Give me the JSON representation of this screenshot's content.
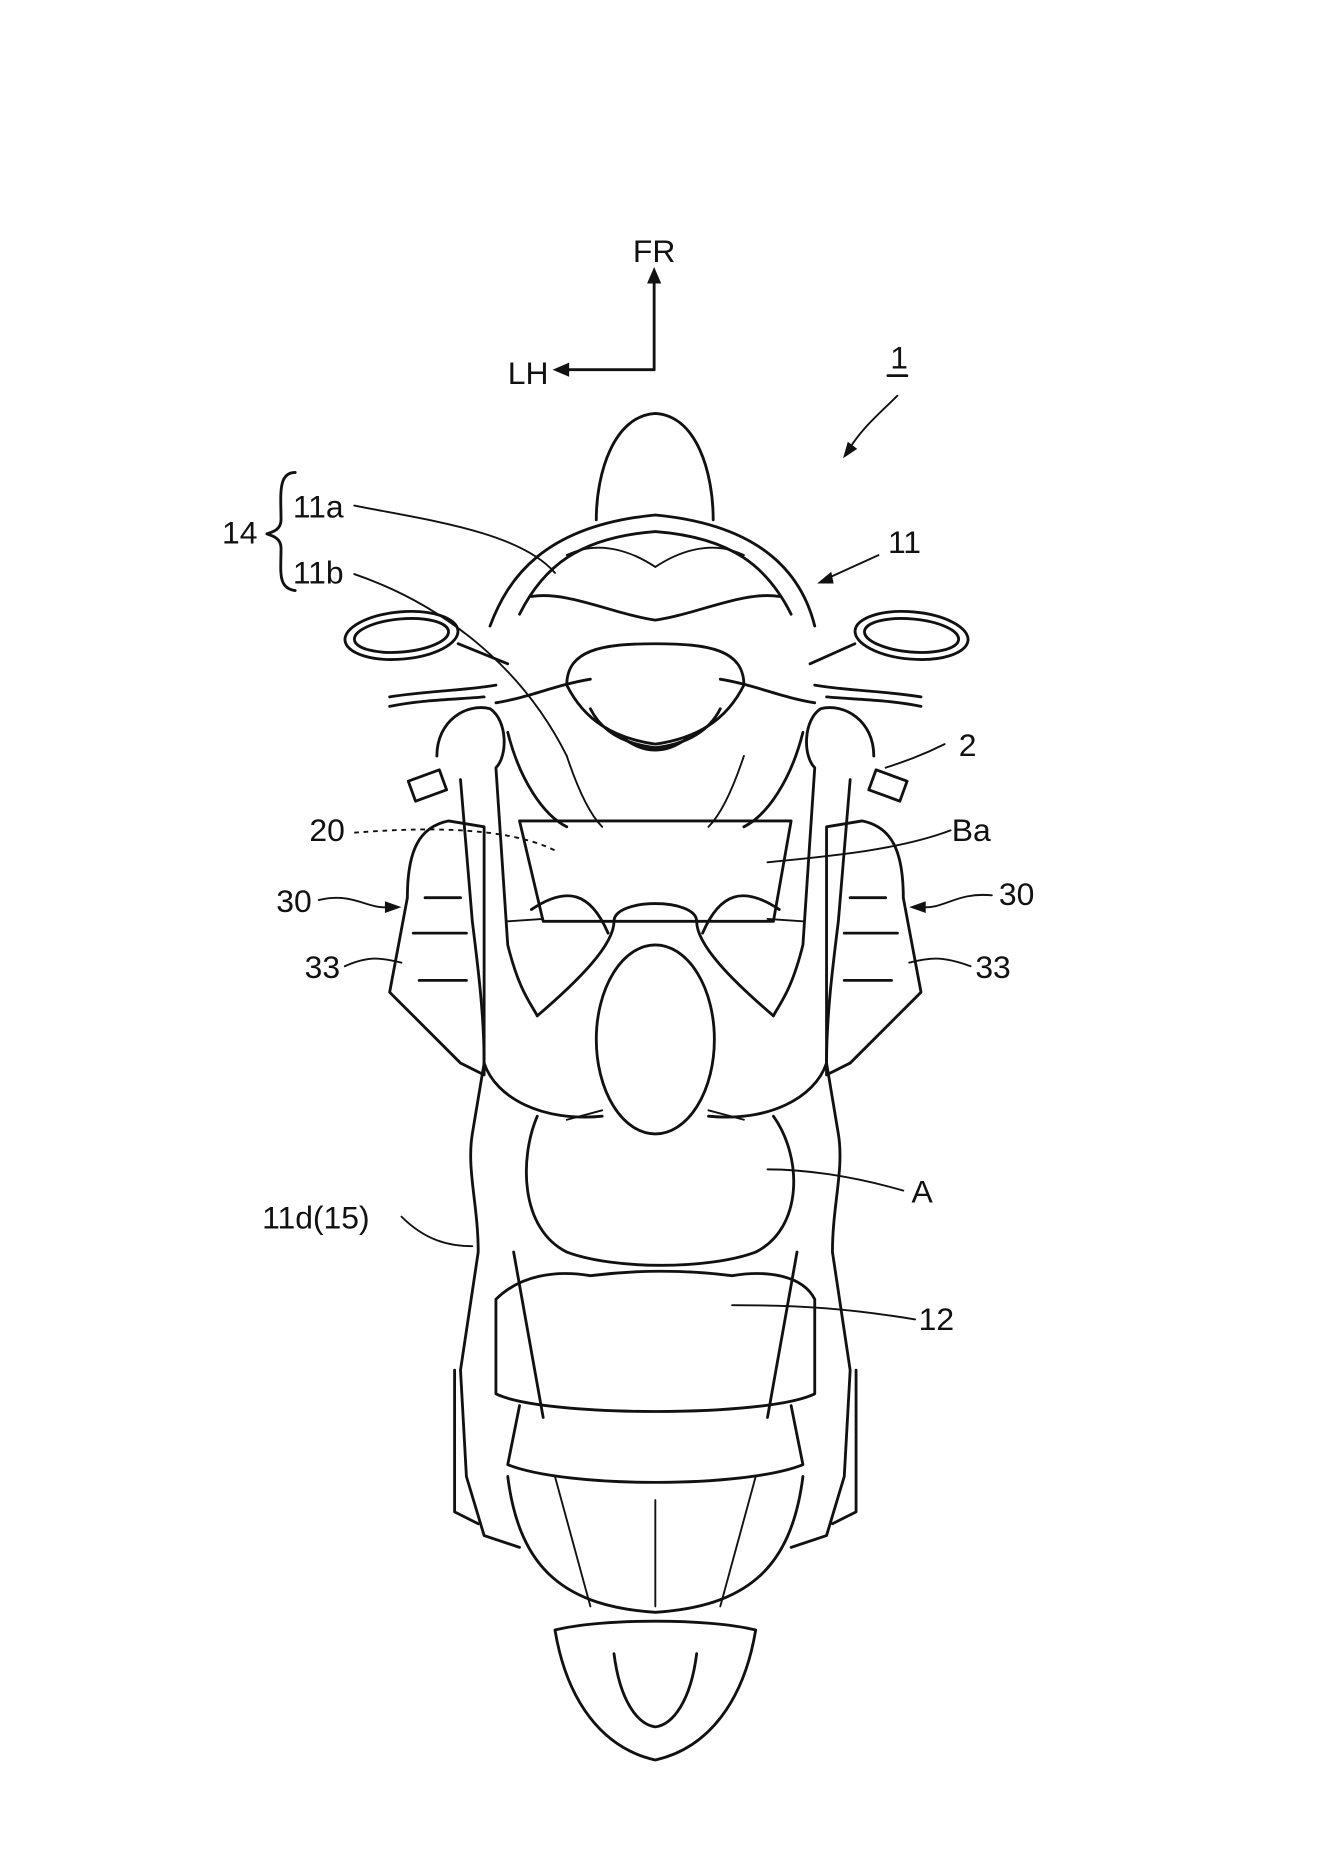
{
  "figure": {
    "direction": {
      "front": "FR",
      "left": "LH"
    },
    "labels": {
      "vehicle": "1",
      "group": "14",
      "part_11a": "11a",
      "part_11b": "11b",
      "body_cover": "11",
      "handle": "2",
      "part_20": "20",
      "part_ba": "Ba",
      "left_30": "30",
      "right_30": "30",
      "left_33": "33",
      "right_33": "33",
      "rider": "A",
      "side_cover": "11d(15)",
      "seat": "12"
    }
  }
}
